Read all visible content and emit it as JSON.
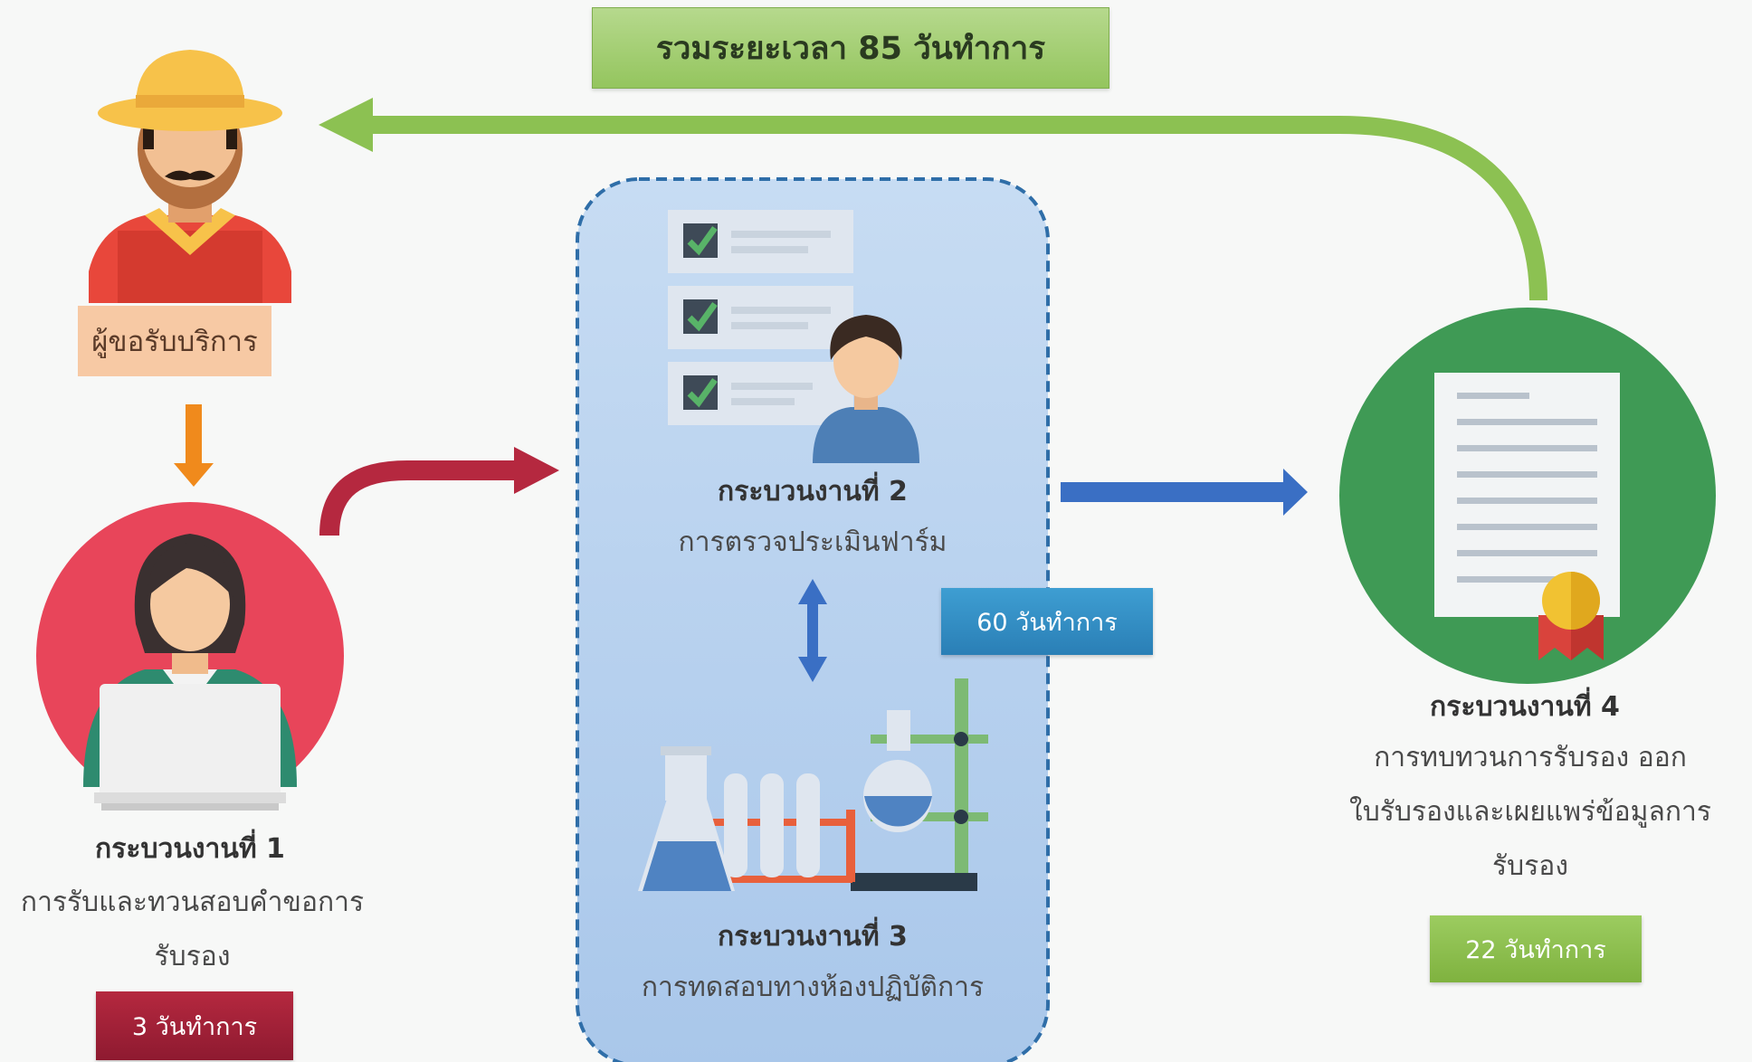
{
  "total_time": "รวมระยะเวลา 85 วันทำการ",
  "requester": {
    "label": "ผู้ขอรับบริการ"
  },
  "step1": {
    "title": "กระบวนงานที่ 1",
    "desc_line1": "การรับและทวนสอบคำขอการ",
    "desc_line2": "รับรอง",
    "duration": "3 วันทำการ"
  },
  "step2": {
    "title": "กระบวนงานที่ 2",
    "desc": "การตรวจประเมินฟาร์ม"
  },
  "step3": {
    "title": "กระบวนงานที่ 3",
    "desc": "การทดสอบทางห้องปฏิบัติการ"
  },
  "step23_duration": "60 วันทำการ",
  "step4": {
    "title": "กระบวนงานที่ 4",
    "desc_line1": "การทบทวนการรับรอง ออก",
    "desc_line2": "ใบรับรองและเผยแพร่ข้อมูลการ",
    "desc_line3": "รับรอง",
    "duration": "22 วันทำการ"
  },
  "colors": {
    "green": "#8cc152",
    "red": "#b5283f",
    "blue": "#3a6fc4",
    "orange": "#f08a1c",
    "panel": "#b9d3ef"
  }
}
